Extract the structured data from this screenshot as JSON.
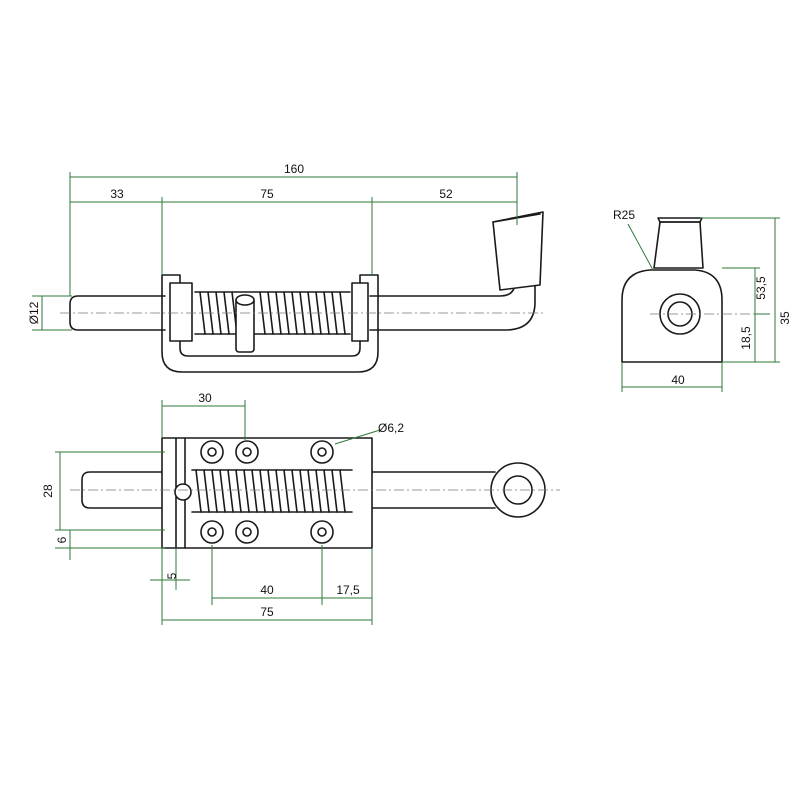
{
  "top_view": {
    "dim_total": "160",
    "dim_left": "33",
    "dim_mid": "75",
    "dim_right": "52",
    "dim_pin_diameter": "Ø12"
  },
  "side_view": {
    "dim_radius": "R25",
    "dim_height_upper": "53,5",
    "dim_height_total": "35",
    "dim_center_height": "18,5",
    "dim_width": "40"
  },
  "front_view": {
    "dim_hole_span": "30",
    "dim_hole_diameter": "Ø6,2",
    "dim_height": "28",
    "dim_offset": "6",
    "dim_small": "5",
    "dim_hole_pitch": "40",
    "dim_edge": "17,5",
    "dim_length": "75"
  },
  "colors": {
    "outline": "#1a1a1a",
    "dimension": "#2f7a3a",
    "centerline": "#7a7a7a"
  }
}
